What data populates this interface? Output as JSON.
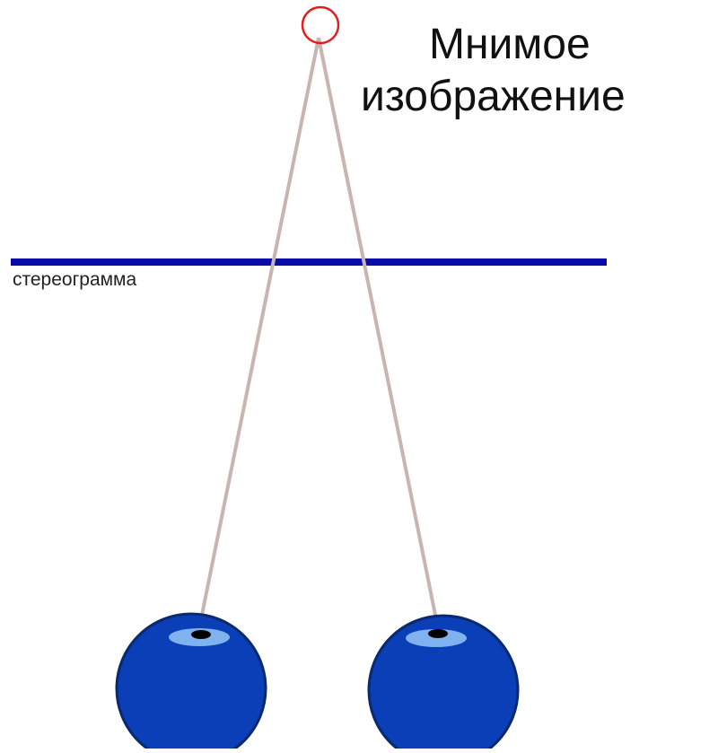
{
  "title": {
    "line1": "Мнимое",
    "line2": "изображение"
  },
  "stereogram_label": "стереограмма",
  "colors": {
    "background": "#ffffff",
    "stereogram_line": "#0a0aa8",
    "sight_lines": "#c8b4b0",
    "image_point": "#e02020",
    "eyeball": "#0a3fb8",
    "eyeball_outline": "#0b2a6e",
    "iris": "#7fb2ee",
    "pupil": "#000000"
  }
}
